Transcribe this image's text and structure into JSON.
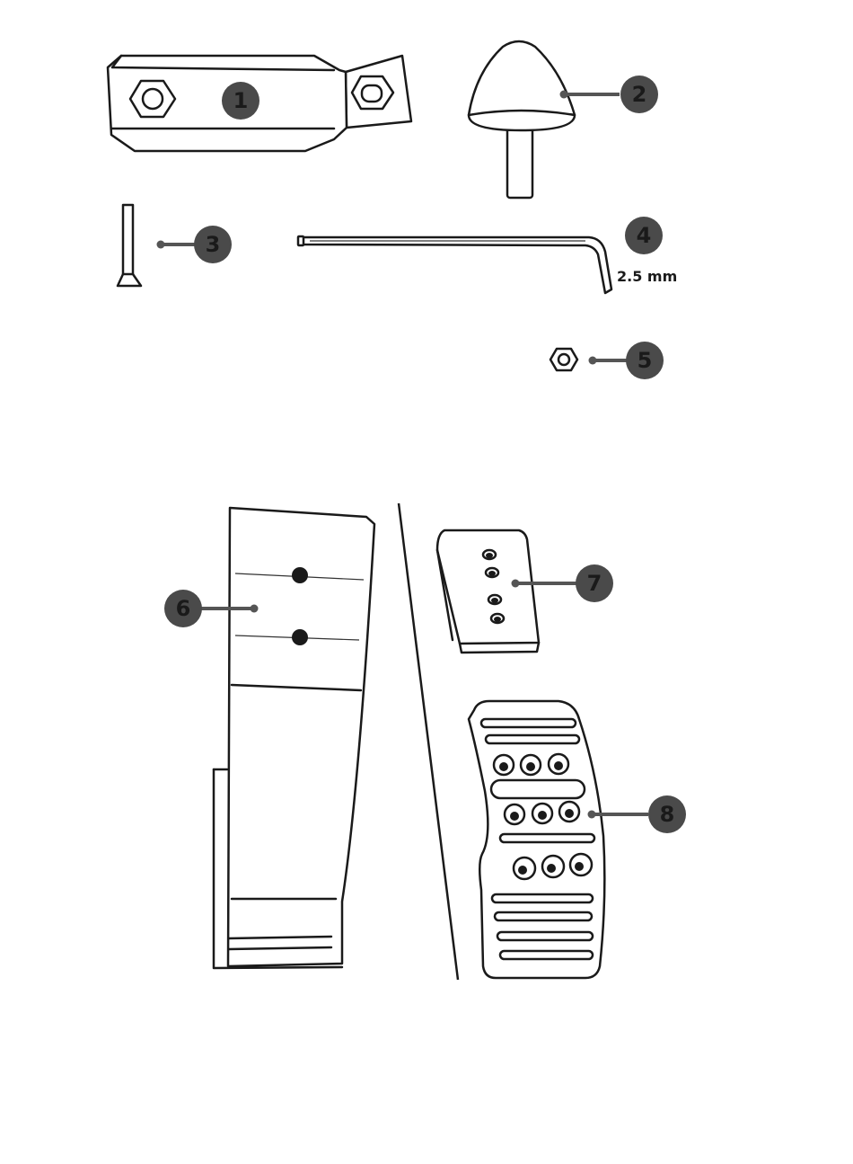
{
  "colors": {
    "badge_fill": "#4a4a4a",
    "badge_text": "#1a1a1a",
    "leader": "#555555",
    "line": "#1a1a1a"
  },
  "parts": [
    {
      "number": "1",
      "icon": "bracket-icon"
    },
    {
      "number": "2",
      "icon": "cone-stopper-icon"
    },
    {
      "number": "3",
      "icon": "screw-icon"
    },
    {
      "number": "4",
      "icon": "hex-key-icon",
      "size": "2.5 mm"
    },
    {
      "number": "5",
      "icon": "hex-nut-icon"
    },
    {
      "number": "6",
      "icon": "pedal-arm-icon"
    },
    {
      "number": "7",
      "icon": "spacer-block-icon"
    },
    {
      "number": "8",
      "icon": "pedal-plate-icon"
    }
  ]
}
